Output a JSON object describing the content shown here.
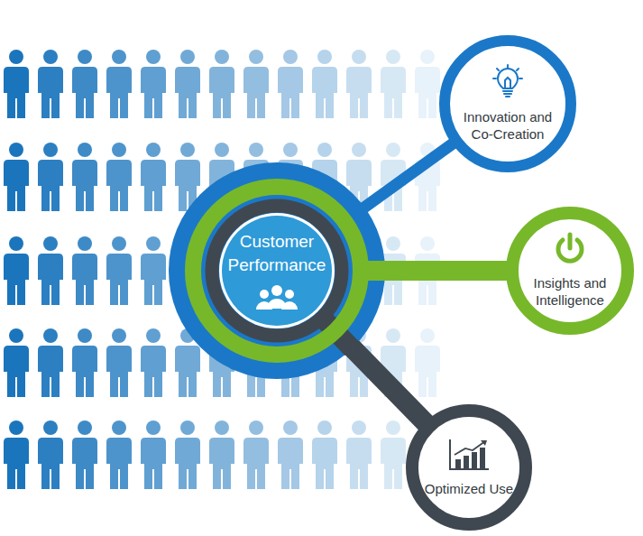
{
  "diagram": {
    "nodes": [
      {
        "text": [
          "Customer Performance"
        ]
      },
      {
        "text": [
          "Innovation and Co-Creation"
        ]
      },
      {
        "text": [
          "Insights and Intelligence"
        ]
      },
      {
        "text": [
          "Optimized Use"
        ]
      }
    ],
    "edges": [
      {
        "from": 0,
        "to": 1,
        "arrow": "none"
      },
      {
        "from": 0,
        "to": 2,
        "arrow": "none"
      },
      {
        "from": 0,
        "to": 3,
        "arrow": "none"
      }
    ]
  }
}
